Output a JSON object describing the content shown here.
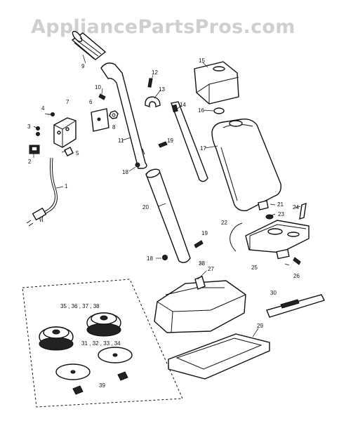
{
  "watermark": "AppliancePartsPros.com",
  "callouts": {
    "c1": "1",
    "c2": "2",
    "c3": "3",
    "c4": "4",
    "c5": "5",
    "c6": "6",
    "c7": "7",
    "c8": "8",
    "c9": "9",
    "c10": "10",
    "c11": "11",
    "c12": "12",
    "c13": "13",
    "c14": "14",
    "c15": "15",
    "c16": "16",
    "c17": "17",
    "c18a": "18",
    "c18b": "18",
    "c19a": "19",
    "c19b": "19",
    "c20": "20",
    "c21": "21",
    "c22": "22",
    "c23": "23",
    "c24": "24",
    "c25": "25",
    "c26": "26",
    "c27": "27",
    "c28": "28",
    "c29": "29",
    "c30": "30",
    "c35": "35 , 36 , 37 , 38",
    "c31": "31 , 32 , 33 , 34",
    "c39": "39"
  }
}
